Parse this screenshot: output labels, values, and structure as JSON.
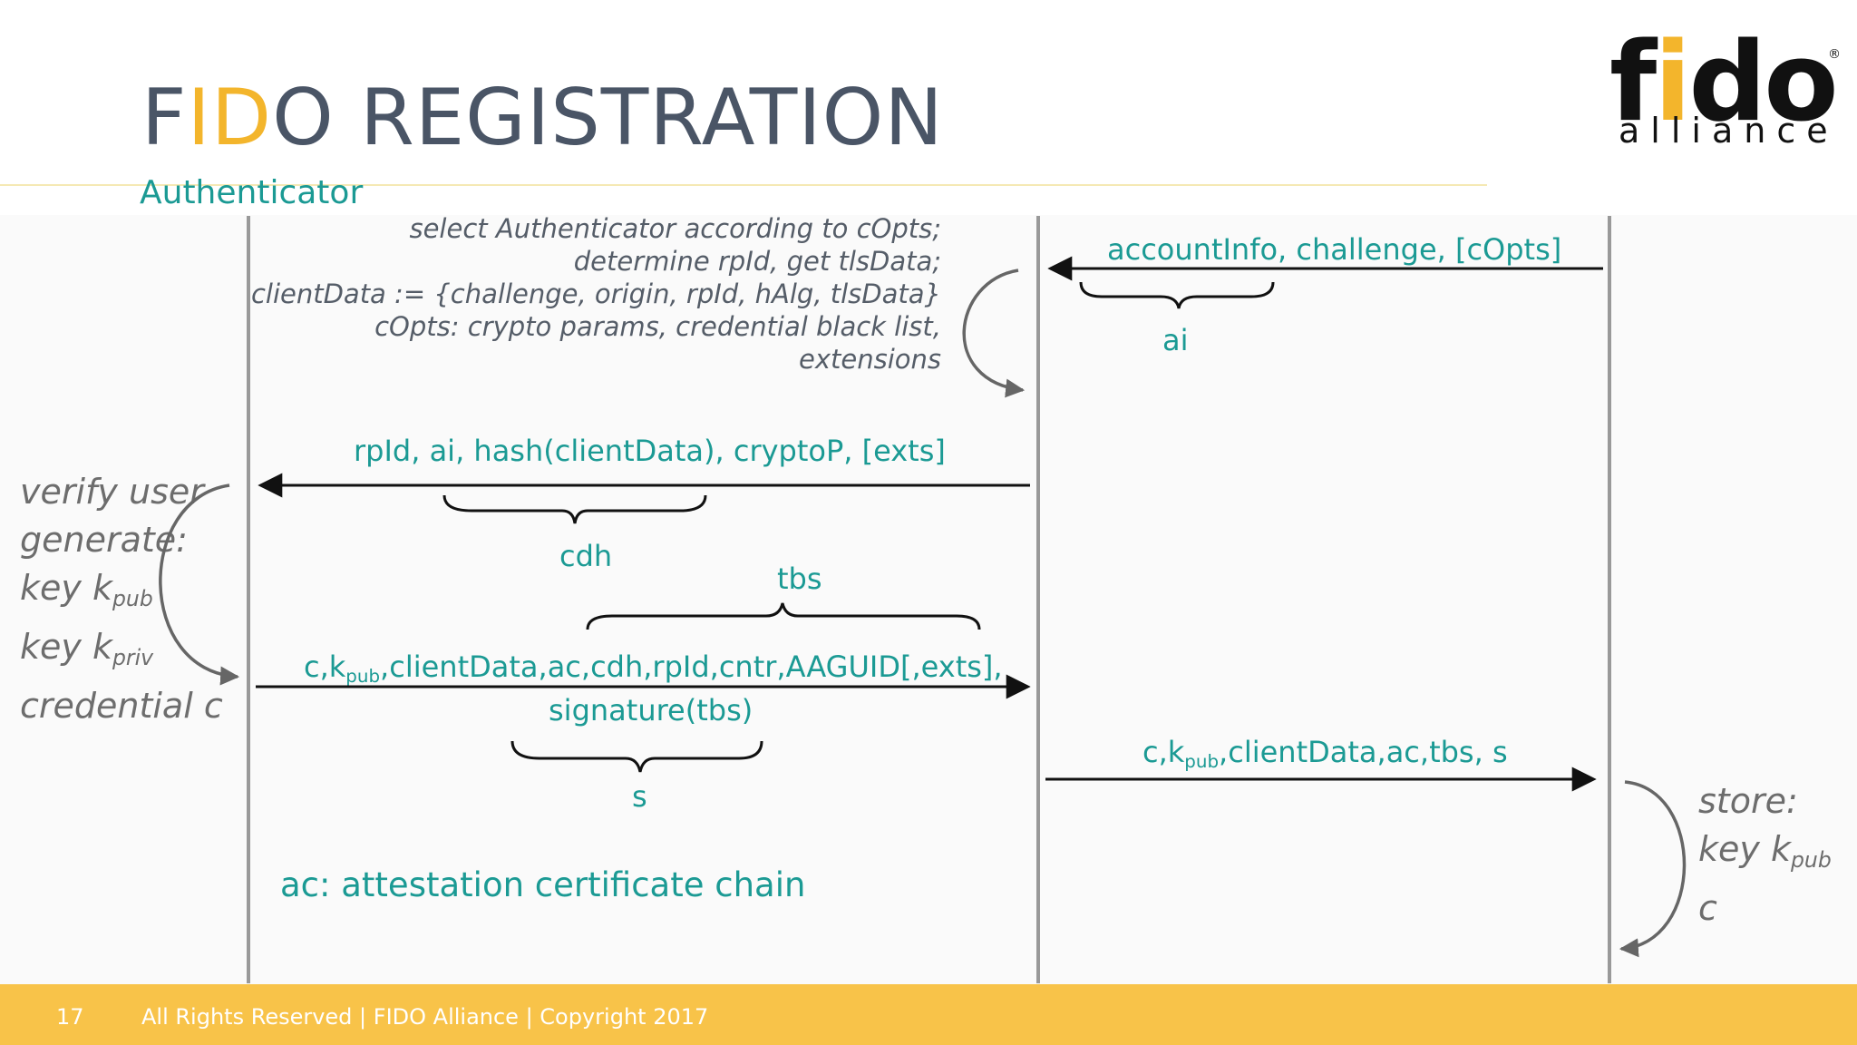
{
  "title": {
    "pre": "F",
    "accent": "ID",
    "post": "O REGISTRATION"
  },
  "participant": "Authenticator",
  "note_lines": [
    "select Authenticator according to cOpts;",
    "determine rpId, get tlsData;",
    "clientData := {challenge, origin, rpId, hAlg, tlsData}",
    "cOpts: crypto params, credential black list,",
    "extensions"
  ],
  "messages": {
    "m1": "accountInfo, challenge, [cOpts]",
    "m1_brace": "ai",
    "m2": "rpId, ai, hash(clientData), cryptoP, [exts]",
    "m2_brace": "cdh",
    "m3_brace_top": "tbs",
    "m3_pre": "c,k",
    "m3_sub": "pub",
    "m3_post": ",clientData,ac,cdh,rpId,cntr,AAGUID[,exts],",
    "m3_line2": "signature(tbs)",
    "m3_brace": "s",
    "m4_pre": "c,k",
    "m4_sub": "pub",
    "m4_post": ",clientData,ac,tbs, s"
  },
  "left_note": {
    "l1": "verify user",
    "l2": "generate:",
    "l3_pre": "key k",
    "l3_sub": "pub",
    "l4_pre": "key k",
    "l4_sub": "priv",
    "l5": "credential c"
  },
  "right_note": {
    "l1": "store:",
    "l2_pre": "key k",
    "l2_sub": "pub",
    "l3": "c"
  },
  "legend": "ac: attestation certificate chain",
  "logo": {
    "word_f": "f",
    "word_i": "i",
    "word_do": "do",
    "sub": "alliance",
    "mark": "®"
  },
  "footer": {
    "page": "17",
    "text": "All Rights Reserved | FIDO Alliance | Copyright 2017"
  },
  "colors": {
    "teal": "#1b9a94",
    "yellow": "#f3b52c",
    "footer": "#f8c349",
    "title": "#4a5566"
  }
}
